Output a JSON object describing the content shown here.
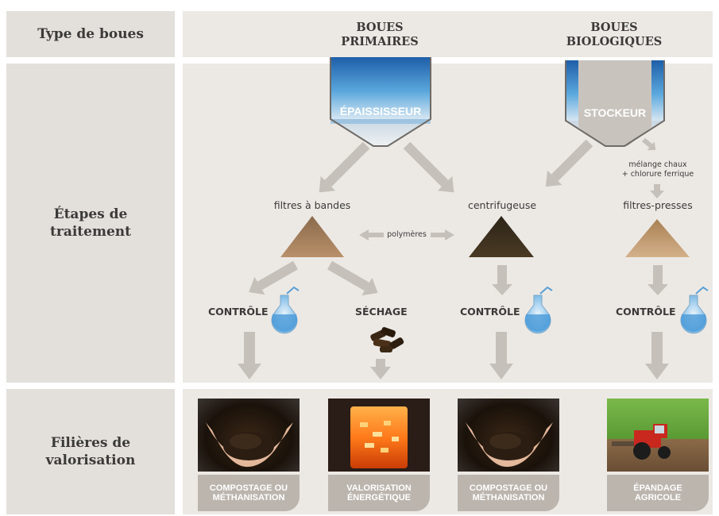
{
  "rows": {
    "type": "Type de boues",
    "steps": "Étapes de traitement",
    "outlets": "Filières de valorisation"
  },
  "sludge_types": {
    "primary": [
      "BOUES",
      "PRIMAIRES"
    ],
    "biological": [
      "BOUES",
      "BIOLOGIQUES"
    ]
  },
  "tanks": {
    "thickener": "ÉPAISSISSEUR",
    "storage": "STOCKEUR"
  },
  "processes": {
    "belt_filters": "filtres à bandes",
    "centrifuge": "centrifugeuse",
    "filter_press": "filtres-presses",
    "polymers": "polymères",
    "additive": [
      "mélange chaux",
      "+ chlorure ferrique"
    ],
    "drying": "SÉCHAGE",
    "control": "CONTRÔLE"
  },
  "outlets": [
    {
      "label": [
        "COMPOSTAGE OU",
        "MÉTHANISATION"
      ],
      "image": "hands-holding-soil"
    },
    {
      "label": [
        "VALORISATION",
        "ÉNERGÉTIQUE"
      ],
      "image": "incinerator-flames"
    },
    {
      "label": [
        "COMPOSTAGE OU",
        "MÉTHANISATION"
      ],
      "image": "hands-holding-soil"
    },
    {
      "label": [
        "ÉPANDAGE",
        "AGRICOLE"
      ],
      "image": "tractor-field"
    }
  ],
  "colors": {
    "row_label_bg": "#e3e0dc",
    "panel_bg": "#ece9e5",
    "arrow": "#c6c0ba",
    "tag_bg": "#bbb5ae",
    "water_blue": "#3d8ccc"
  }
}
